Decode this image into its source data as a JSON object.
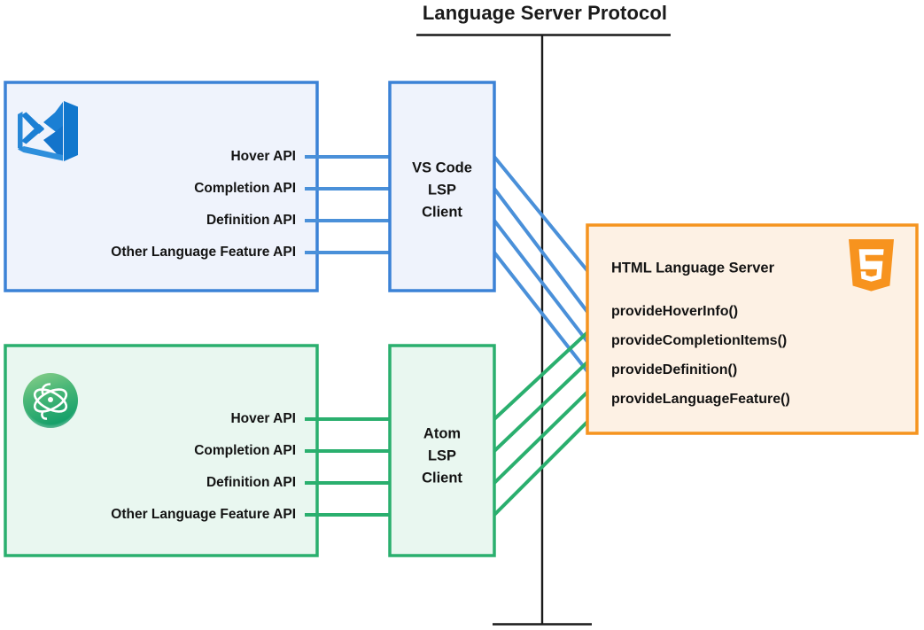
{
  "diagram": {
    "title": "Language Server Protocol",
    "protocol_divider": {
      "name": "lsp-boundary-line"
    }
  },
  "colors": {
    "vscode_stroke": "#3b82d6",
    "vscode_fill": "#eff3fc",
    "atom_stroke": "#2aaf6e",
    "atom_fill": "#e9f7f0",
    "server_stroke": "#f5941f",
    "server_fill": "#fdf1e4",
    "divider": "#1a1a1a",
    "text": "#131313"
  },
  "editors": [
    {
      "id": "vscode",
      "logo": "vscode-logo-icon",
      "apis": [
        "Hover API",
        "Completion API",
        "Definition API",
        "Other Language Feature API"
      ],
      "client": {
        "line1": "VS Code",
        "line2": "LSP",
        "line3": "Client"
      }
    },
    {
      "id": "atom",
      "logo": "atom-logo-icon",
      "apis": [
        "Hover API",
        "Completion API",
        "Definition API",
        "Other Language Feature API"
      ],
      "client": {
        "line1": "Atom",
        "line2": "LSP",
        "line3": "Client"
      }
    }
  ],
  "server": {
    "logo": "html5-logo-icon",
    "heading": "HTML Language Server",
    "methods": [
      "provideHoverInfo()",
      "provideCompletionItems()",
      "provideDefinition()",
      "provideLanguageFeature()"
    ]
  }
}
